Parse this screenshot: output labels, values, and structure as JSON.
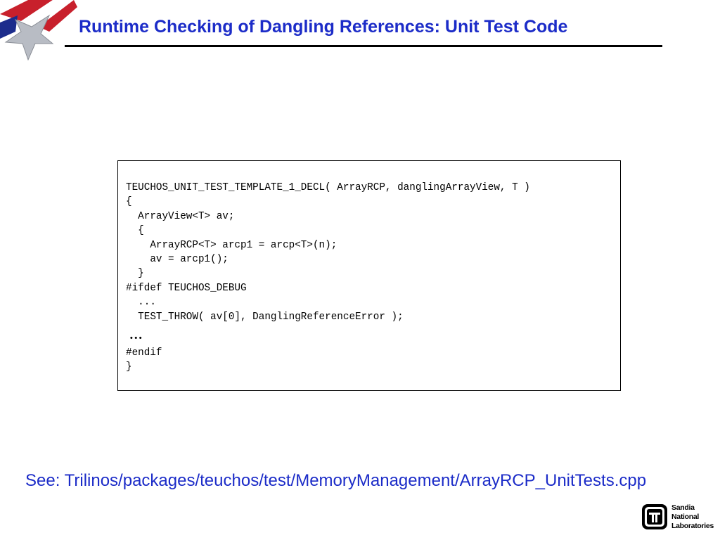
{
  "slide": {
    "title": "Runtime Checking of Dangling References: Unit Test Code",
    "reference": "See: Trilinos/packages/teuchos/test/MemoryManagement/ArrayRCP_UnitTests.cpp"
  },
  "code": {
    "lines": [
      "TEUCHOS_UNIT_TEST_TEMPLATE_1_DECL( ArrayRCP, danglingArrayView, T )",
      "{",
      "  ArrayView<T> av;",
      "  {",
      "    ArrayRCP<T> arcp1 = arcp<T>(n);",
      "    av = arcp1();",
      "  }",
      "#ifdef TEUCHOS_DEBUG",
      "  ...",
      "  TEST_THROW( av[0], DanglingReferenceError );",
      " …",
      "#endif",
      "}"
    ]
  },
  "logo": {
    "line1": "Sandia",
    "line2": "National",
    "line3": "Laboratories"
  },
  "colors": {
    "title": "#1c2cc8",
    "reference": "#1c2cc8"
  },
  "icons": {
    "corner": "star-flag-graphic",
    "logo_mark": "sandia-thunderbird-logo"
  }
}
